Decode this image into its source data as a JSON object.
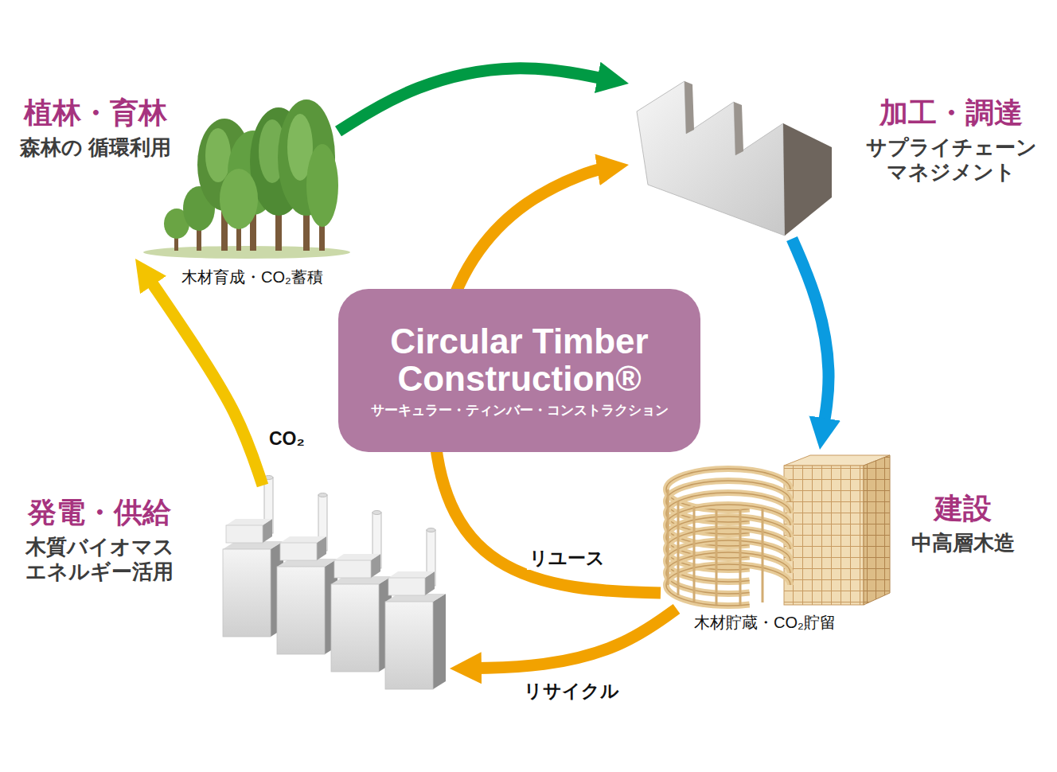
{
  "diagram": {
    "nodes": [
      {
        "text": [
          "植林・育林",
          "森林の 循環利用"
        ]
      },
      {
        "text": [
          "加工・調達",
          "サプライチェーン マネジメント"
        ]
      },
      {
        "text": [
          "Circular Timber Construction®",
          "サーキュラー・ティンバー・コンストラクション"
        ]
      },
      {
        "text": [
          "発電・供給",
          "木質バイオマス エネルギー活用"
        ]
      },
      {
        "text": [
          "建設",
          "中高層木造"
        ]
      }
    ],
    "edges": [
      {
        "from": 0,
        "to": 1,
        "arrow": "to"
      },
      {
        "from": 1,
        "to": 4,
        "arrow": "to"
      },
      {
        "from": 4,
        "to": 3,
        "arrow": "to",
        "label": "リサイクル"
      },
      {
        "from": 4,
        "to": 1,
        "arrow": "to",
        "label": "リユース"
      },
      {
        "from": 3,
        "to": 0,
        "arrow": "to",
        "label": "CO₂"
      }
    ],
    "labels": [
      "木材育成・CO₂蓄積",
      "木材貯蔵・CO₂貯留"
    ]
  }
}
